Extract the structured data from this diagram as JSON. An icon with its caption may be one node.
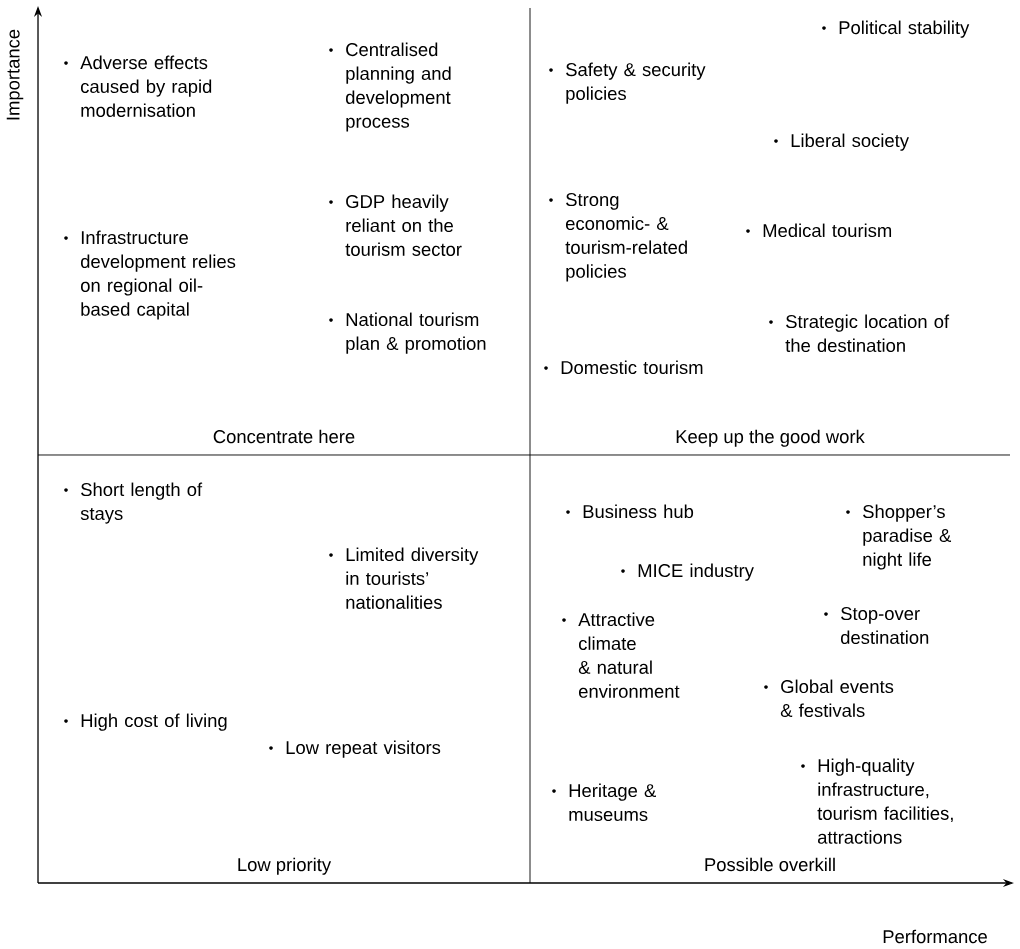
{
  "diagram": {
    "labels": [
      "Importance",
      "Adverse effects caused by rapid modernisation",
      "Centralised planning and development process",
      "GDP heavily reliant on the tourism sector",
      "Infrastructure development relies on regional oil-based capital",
      "National tourism plan & promotion",
      "Concentrate here",
      "Political stability",
      "Safety & security policies",
      "Liberal society",
      "Strong economic- & tourism-related policies",
      "Medical tourism",
      "Strategic location of the destination",
      "Domestic tourism",
      "Keep up the good work",
      "Short length of stays",
      "Limited diversity in tourists’ nationalities",
      "High cost of living",
      "Low repeat visitors",
      "Low priority",
      "Business hub",
      "Shopper’s paradise & night life",
      "MICE industry",
      "Attractive climate & natural environment",
      "Stop-over destination",
      "Global events & festivals",
      "High-quality infrastructure, tourism facilities, attractions",
      "Heritage & museums",
      "Possible overkill",
      "Performance"
    ]
  }
}
